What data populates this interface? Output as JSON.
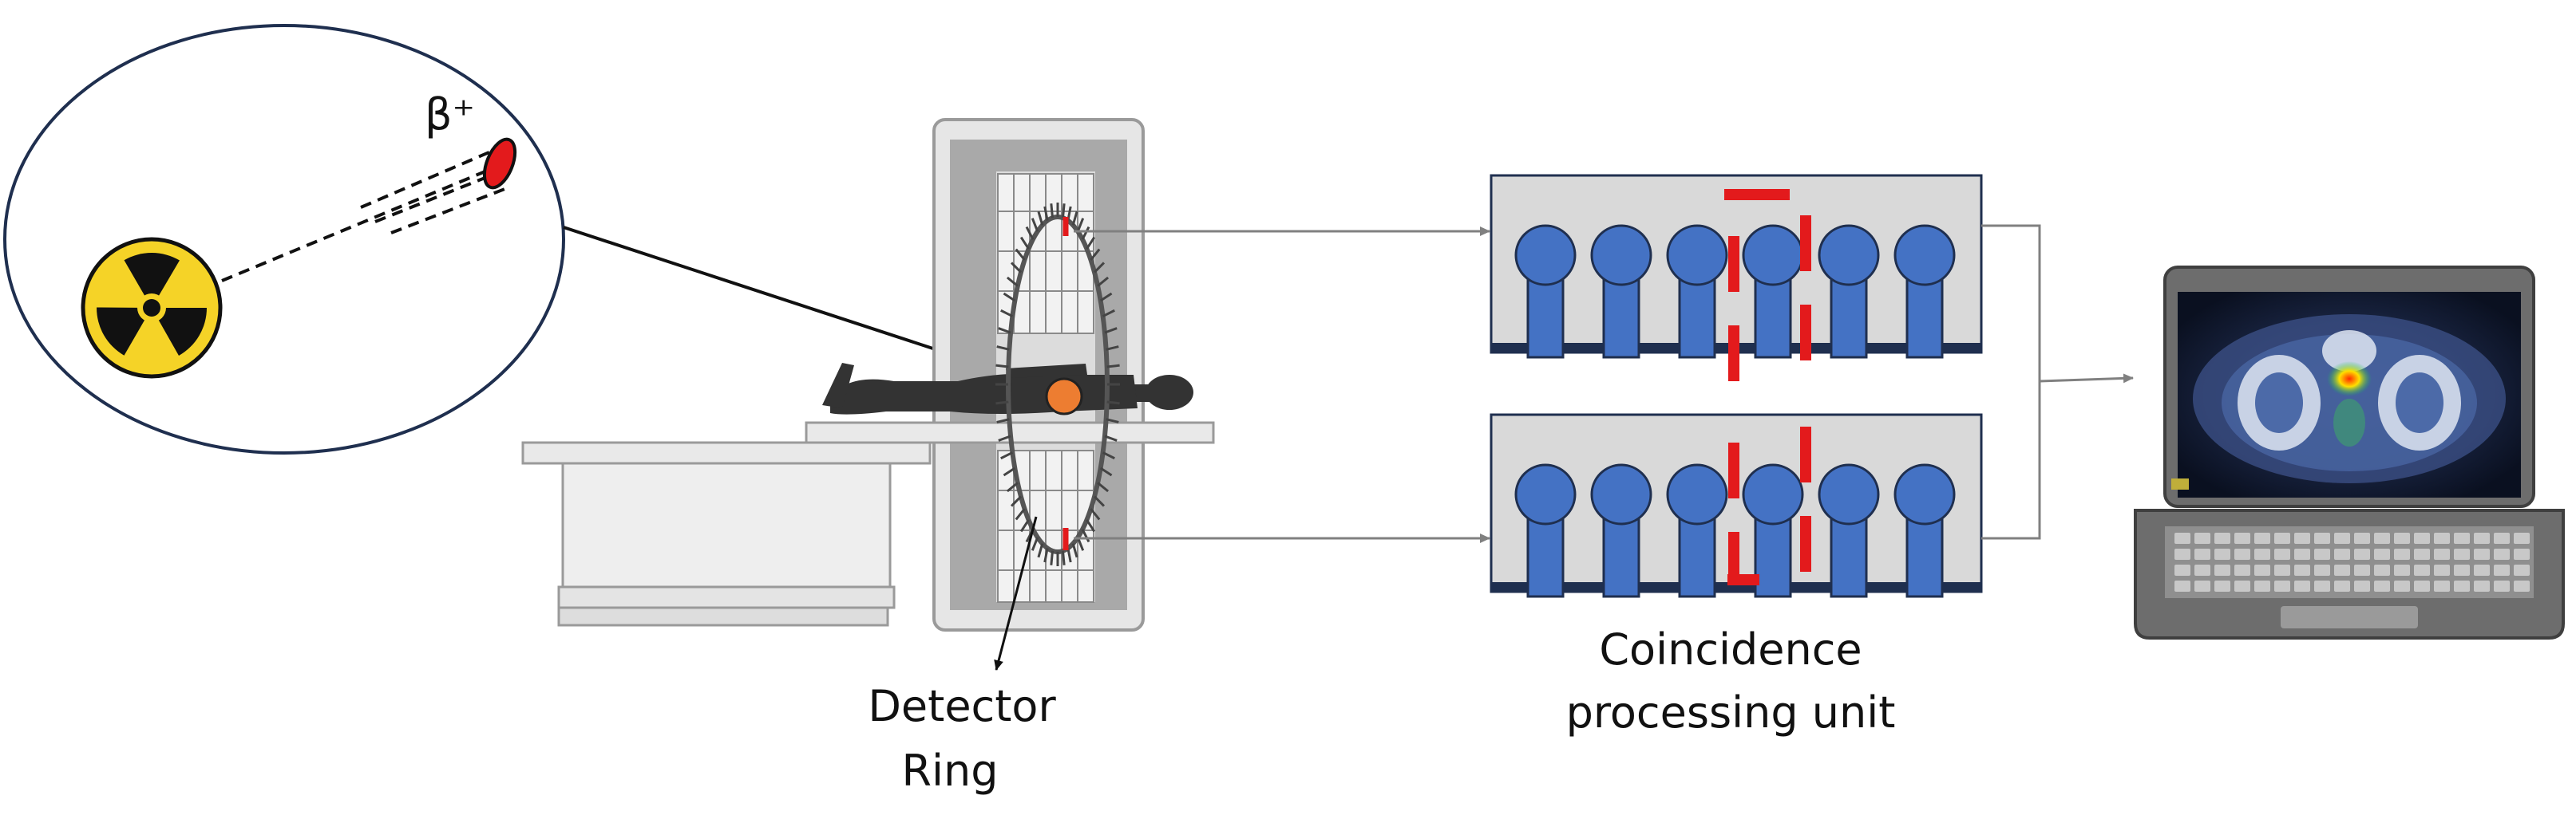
{
  "labels": {
    "beta": "β⁺",
    "detector_line1": "Detector",
    "detector_line2": "Ring",
    "coincidence_line1": "Coincidence",
    "coincidence_line2": "processing unit"
  },
  "icons": {
    "source": "radiation-trefoil-icon",
    "scanner": "pet-scanner-icon",
    "patient": "patient-silhouette-icon",
    "laptop": "laptop-icon",
    "detector": "photomultiplier-tube-icon"
  },
  "colors": {
    "accent_red": "#e31a1c",
    "tube_blue": "#4472c4",
    "panel_gray": "#d9d9d9",
    "hazard_yellow": "#f5d327",
    "hot_spot_orange": "#ed7d31",
    "connector_gray": "#808080"
  }
}
